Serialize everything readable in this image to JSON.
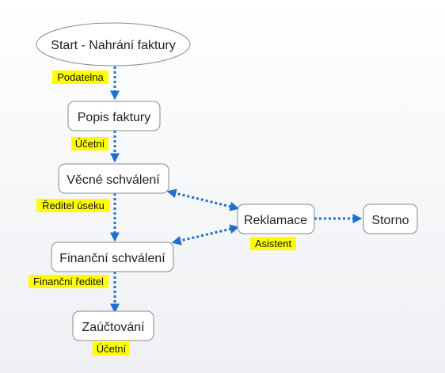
{
  "colors": {
    "connector": "#1f6fd1",
    "label_highlight": "#ffff00",
    "node_border": "#8a8a8a"
  },
  "nodes": {
    "start": "Start - Nahrání faktury",
    "popis": "Popis faktury",
    "vecne": "Věcné schválení",
    "financni": "Finanční schválení",
    "zauctovani": "Zaúčtování",
    "reklamace": "Reklamace",
    "storno": "Storno"
  },
  "labels": {
    "podatelna": "Podatelna",
    "ucetni_1": "Účetní",
    "reditel_useku": "Ředitel úseku",
    "financni_reditel": "Finanční ředitel",
    "ucetni_2": "Účetní",
    "asistent": "Asistent"
  }
}
